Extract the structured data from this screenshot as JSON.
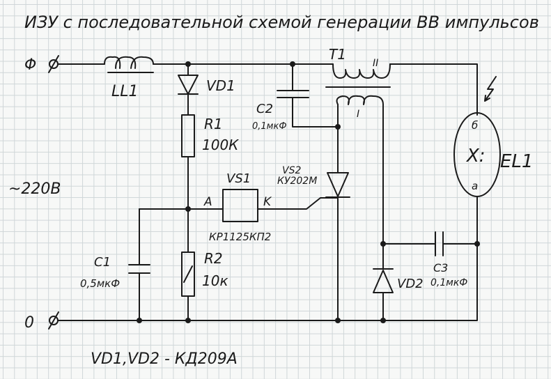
{
  "title": "ИЗУ с последовательной схемой генерации ВВ импульсов",
  "terminals": {
    "phase": "Φ",
    "zero": "0"
  },
  "supply": "~220В",
  "components": {
    "LL1": {
      "label": "LL1"
    },
    "VD1": {
      "label": "VD1"
    },
    "R1": {
      "label": "R1",
      "value": "100К"
    },
    "R2": {
      "label": "R2",
      "value": "10к"
    },
    "C1": {
      "label": "C1",
      "value": "0,5мкФ"
    },
    "C2": {
      "label": "C2",
      "value": "0,1мкФ"
    },
    "C3": {
      "label": "C3",
      "value": "0,1мкФ"
    },
    "VS1": {
      "label": "VS1",
      "part": "КР1125КП2",
      "pin_a": "A",
      "pin_k": "K"
    },
    "VS2": {
      "label": "VS2",
      "part": "КУ202М"
    },
    "T1": {
      "label": "T1",
      "secondary": "II",
      "primary": "I"
    },
    "VD2": {
      "label": "VD2"
    },
    "EL1": {
      "label": "EL1",
      "pin_top": "б",
      "pin_bottom": "а",
      "symbol": "X:"
    }
  },
  "note": "VD1,VD2 - КД209А",
  "icons": [
    "lightning-icon"
  ]
}
